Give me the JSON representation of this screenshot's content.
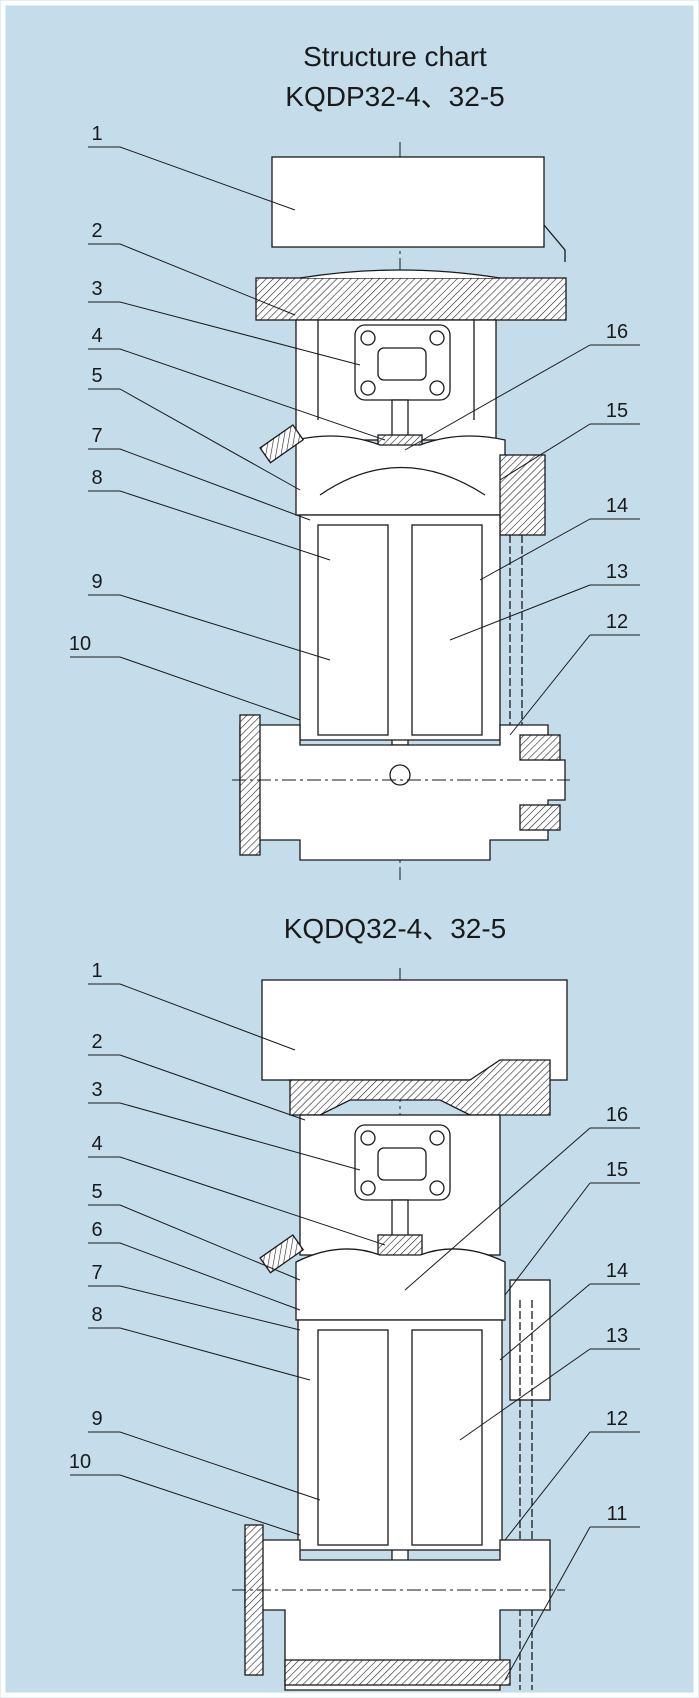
{
  "colors": {
    "background": "#c5dceb",
    "frame": "#ffffff",
    "line": "#1a1a1a",
    "hatch": "#333333",
    "fill_light": "#ffffff"
  },
  "title": {
    "line1": "Structure chart",
    "line2": "KQDP32-4、32-5"
  },
  "title2": "KQDQ32-4、32-5",
  "diagram1": {
    "callouts": [
      "1",
      "2",
      "3",
      "4",
      "5",
      "7",
      "8",
      "9",
      "10",
      "16",
      "15",
      "14",
      "13",
      "12"
    ]
  },
  "diagram2": {
    "callouts": [
      "1",
      "2",
      "3",
      "4",
      "5",
      "6",
      "7",
      "8",
      "9",
      "10",
      "16",
      "15",
      "14",
      "13",
      "12",
      "11"
    ]
  }
}
